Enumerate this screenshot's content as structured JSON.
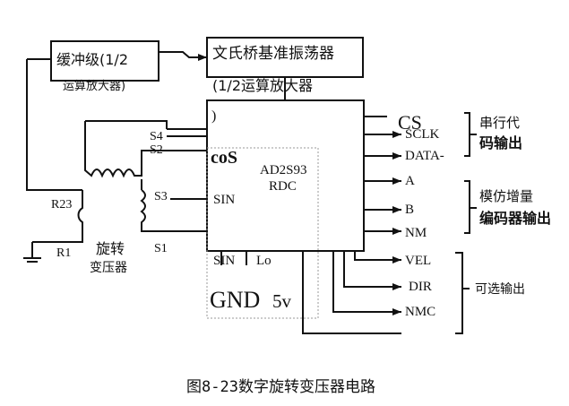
{
  "blocks": {
    "buffer": {
      "line1": "缓冲级(1/2",
      "line2": "运算放大器)"
    },
    "oscillator": {
      "line1": "文氏桥基准振荡器",
      "line2": "(1/2运算放大器"
    },
    "rdc": {
      "line1": "AD2S93",
      "line2": "RDC"
    }
  },
  "left_labels": {
    "s4": "S4",
    "s2": "S2",
    "s3": "S3",
    "s1": "S1",
    "r23": "R23",
    "r1": "R1",
    "resolver_1": "旋转",
    "resolver_2": "变压器"
  },
  "chip_pins": {
    "bracket": ")",
    "cos": "coS",
    "sin_upper": "SIN",
    "sin_lower": "SIN",
    "lo": "Lo",
    "gnd": "GND",
    "v5": "5v"
  },
  "outputs": {
    "cs": "CS",
    "sclk": "SCLK",
    "data": "DATA-",
    "a": "A",
    "b": "B",
    "nm": "NM",
    "vel": "VEL",
    "dir": "DIR",
    "nmc": "NMC"
  },
  "groups": {
    "serial_1": "串行代",
    "serial_2": "码输出",
    "encoder_1": "模仿增量",
    "encoder_2": "编码器输出",
    "optional": "可选输出"
  },
  "caption": "图8-23数字旋转变压器电路"
}
